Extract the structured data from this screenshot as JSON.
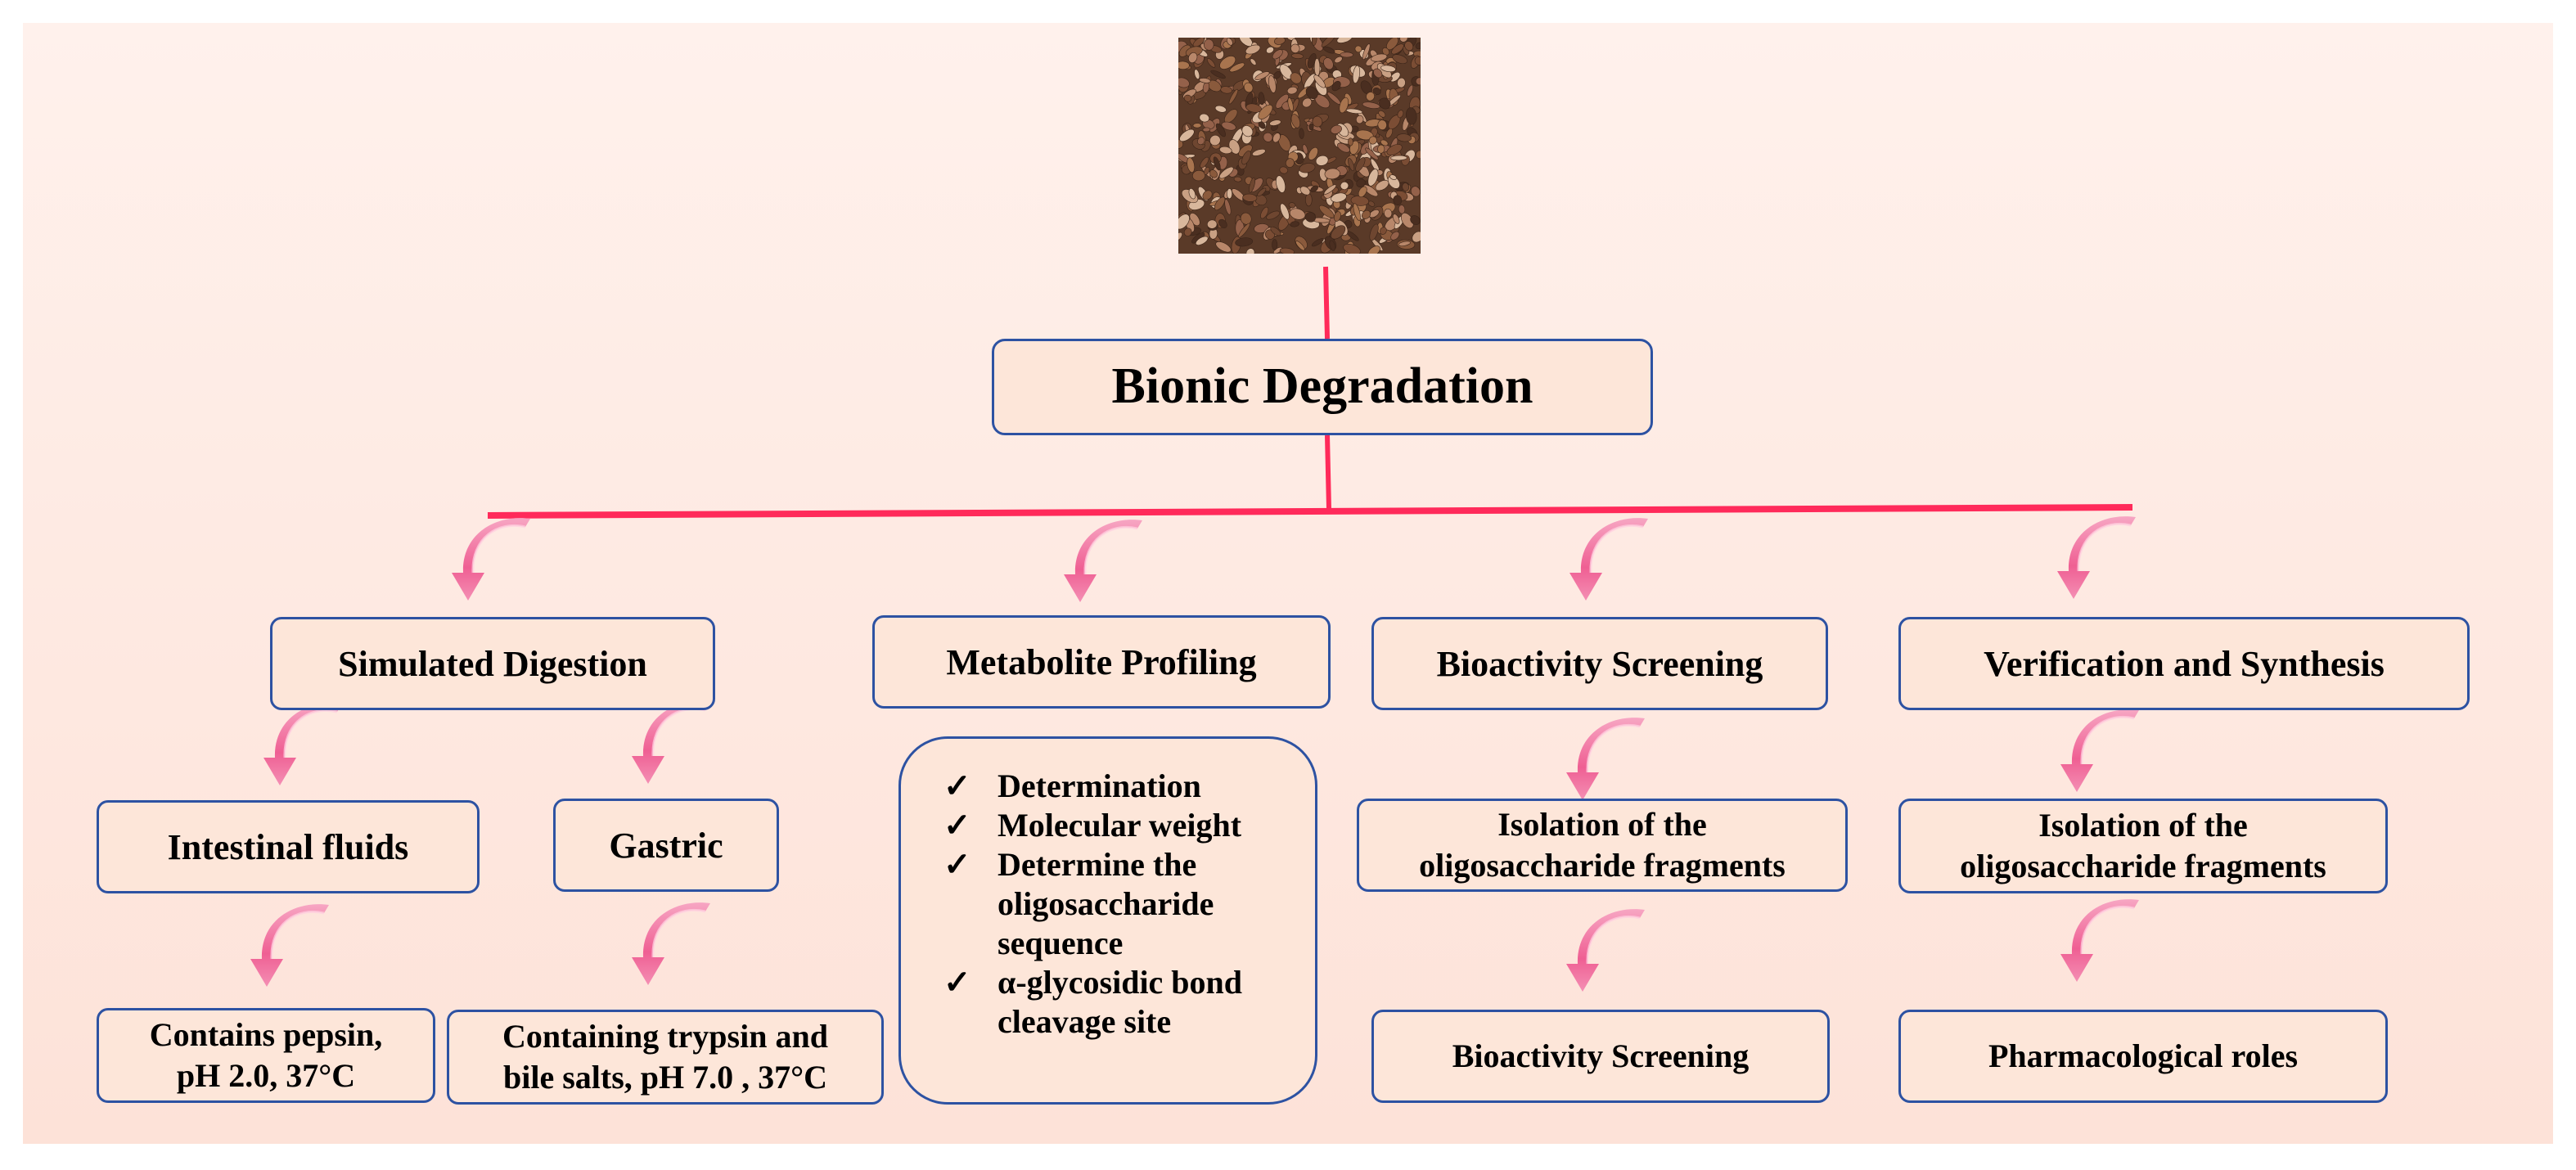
{
  "colors": {
    "accent_line": "#ff2a5a",
    "arrow": "#f0709e",
    "box_fill": "#fde6d9",
    "box_border": "#2d52a2",
    "background_top": "#fff1ec",
    "background_bottom": "#fde2d8"
  },
  "photo": {
    "icon": "seed-sample-photo"
  },
  "root": {
    "label": "Bionic Degradation"
  },
  "branches": {
    "simulated_digestion": {
      "label": "Simulated Digestion"
    },
    "metabolite_profiling": {
      "label": "Metabolite Profiling"
    },
    "bioactivity_screening": {
      "label": "Bioactivity Screening"
    },
    "verification_synthesis": {
      "label": "Verification and Synthesis"
    }
  },
  "digestion": {
    "intestinal": {
      "label": "Intestinal fluids"
    },
    "gastric": {
      "label": "Gastric"
    },
    "intestinal_detail": {
      "line1": "Contains pepsin,",
      "line2": "pH 2.0, 37°C"
    },
    "gastric_detail": {
      "line1": "Containing trypsin and",
      "line2": "bile salts,  pH  7.0 , 37°C"
    }
  },
  "profiling": {
    "check_symbol": "✓",
    "items": [
      [
        "Determination"
      ],
      [
        "Molecular weight"
      ],
      [
        "Determine the",
        "oligosaccharide",
        "sequence"
      ],
      [
        "α-glycosidic bond",
        "cleavage site"
      ]
    ]
  },
  "bioactivity": {
    "isolation": {
      "line1": "Isolation of the",
      "line2": "oligosaccharide fragments"
    },
    "screening": {
      "label": "Bioactivity Screening"
    }
  },
  "verification": {
    "isolation": {
      "line1": "Isolation of the",
      "line2": "oligosaccharide fragments"
    },
    "roles": {
      "label": "Pharmacological roles"
    }
  }
}
